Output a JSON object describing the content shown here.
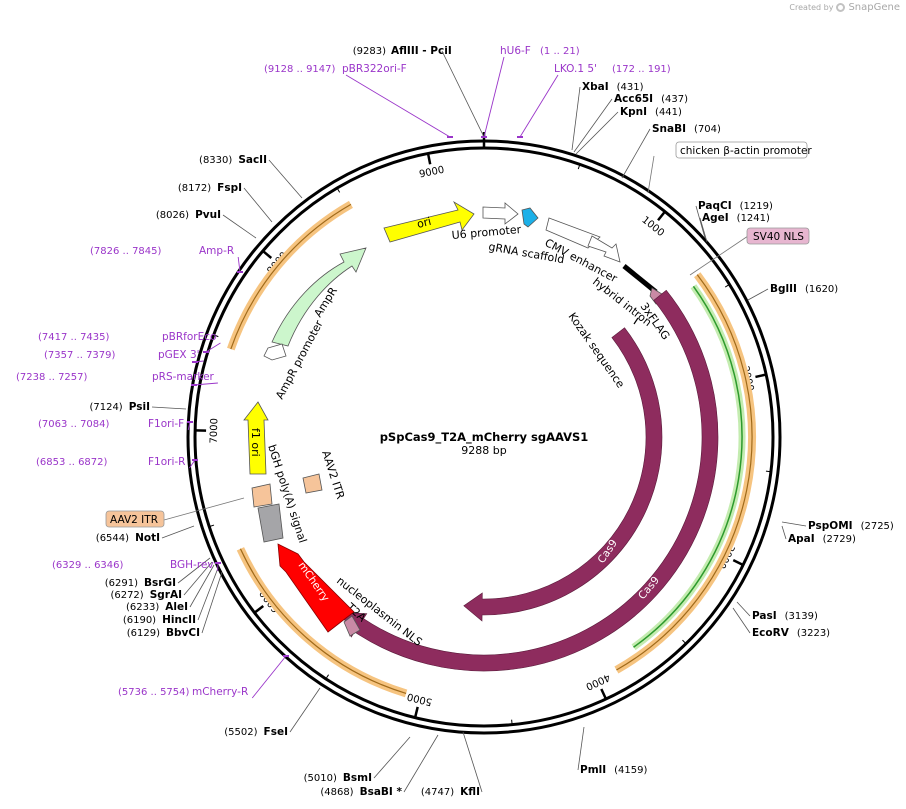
{
  "brand": {
    "prefix": "Created by",
    "name": "SnapGene"
  },
  "map": {
    "name": "pSpCas9_T2A_mCherry sgAAVS1",
    "size_label": "9288 bp"
  },
  "ticks": [
    "1000",
    "2000",
    "3000",
    "4000",
    "5000",
    "6000",
    "7000",
    "8000",
    "9000"
  ],
  "sites": [
    {
      "name": "AflIII  - PciI",
      "pos": "(9283)"
    },
    {
      "name": "XbaI",
      "pos": "(431)"
    },
    {
      "name": "Acc65I",
      "pos": "(437)"
    },
    {
      "name": "KpnI",
      "pos": "(441)"
    },
    {
      "name": "SnaBI",
      "pos": "(704)"
    },
    {
      "name": "PaqCI",
      "pos": "(1219)"
    },
    {
      "name": "AgeI",
      "pos": "(1241)"
    },
    {
      "name": "BglII",
      "pos": "(1620)"
    },
    {
      "name": "PspOMI",
      "pos": "(2725)"
    },
    {
      "name": "ApaI",
      "pos": "(2729)"
    },
    {
      "name": "PasI",
      "pos": "(3139)"
    },
    {
      "name": "EcoRV",
      "pos": "(3223)"
    },
    {
      "name": "PmlI",
      "pos": "(4159)"
    },
    {
      "name": "KflI",
      "pos": "(4747)"
    },
    {
      "name": "BsaBI *",
      "pos": "(4868)"
    },
    {
      "name": "BsmI",
      "pos": "(5010)"
    },
    {
      "name": "FseI",
      "pos": "(5502)"
    },
    {
      "name": "BbvCI",
      "pos": "(6129)"
    },
    {
      "name": "HincII",
      "pos": "(6190)"
    },
    {
      "name": "AleI",
      "pos": "(6233)"
    },
    {
      "name": "SgrAI",
      "pos": "(6272)"
    },
    {
      "name": "BsrGI",
      "pos": "(6291)"
    },
    {
      "name": "NotI",
      "pos": "(6544)"
    },
    {
      "name": "PsiI",
      "pos": "(7124)"
    },
    {
      "name": "PvuI",
      "pos": "(8026)"
    },
    {
      "name": "FspI",
      "pos": "(8172)"
    },
    {
      "name": "SacII",
      "pos": "(8330)"
    }
  ],
  "primers": [
    {
      "name": "hU6-F",
      "pos": "(1 .. 21)"
    },
    {
      "name": "LKO.1 5'",
      "pos": "(172 .. 191)"
    },
    {
      "name": "pBR322ori-F",
      "pos": "(9128 .. 9147)"
    },
    {
      "name": "Amp-R",
      "pos": "(7826 .. 7845)"
    },
    {
      "name": "pBRforEco",
      "pos": "(7417 .. 7435)"
    },
    {
      "name": "pGEX 3'",
      "pos": "(7357 .. 7379)"
    },
    {
      "name": "pRS-marker",
      "pos": "(7238 .. 7257)"
    },
    {
      "name": "F1ori-F",
      "pos": "(7063 .. 7084)"
    },
    {
      "name": "F1ori-R",
      "pos": "(6853 .. 6872)"
    },
    {
      "name": "BGH-rev",
      "pos": "(6329 .. 6346)"
    },
    {
      "name": "mCherry-R",
      "pos": "(5736 .. 5754)"
    }
  ],
  "boxed_labels": {
    "chicken": "chicken β-actin promoter",
    "sv40": "SV40 NLS",
    "aav2_itr": "AAV2 ITR"
  },
  "features": {
    "ori": "ori",
    "u6": "U6 promoter",
    "grna": "gRNA scaffold",
    "cmv": "CMV enhancer",
    "hybrid": "hybrid intron",
    "flag": "3xFLAG",
    "kozak": "Kozak sequence",
    "cas9": "Cas9",
    "nucleoplasmin": "nucleoplasmin NLS",
    "t2a": "T2A",
    "mcherry": "mCherry",
    "bgh": "bGH poly(A) signal",
    "f1": "f1 ori",
    "aav2_inner": "AAV2 ITR",
    "ampr": "AmpR",
    "ampr_prom": "AmpR promoter"
  },
  "colors": {
    "cas9": "#8e2c5e",
    "ori": "#ffff00",
    "f1": "#ffff00",
    "grna": "#1cb0e8",
    "mcherry": "#ff0000",
    "ampr": "#ccf6cc",
    "primer": "#9a35c9",
    "orange_band": "#f6c480",
    "green_line": "#2d9a2d"
  }
}
